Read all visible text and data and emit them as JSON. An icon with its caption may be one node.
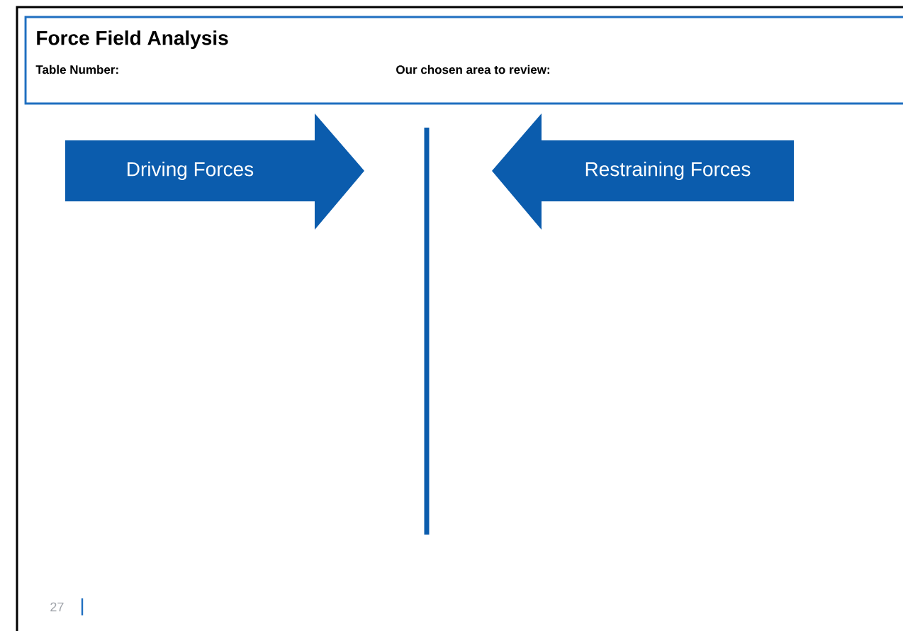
{
  "diagram": {
    "nodes": [
      {
        "text": [
          "Force Field Analysis",
          "Table Number:",
          "Our chosen area to review:"
        ]
      },
      {
        "text": [
          "Driving Forces"
        ]
      },
      {
        "text": [
          "Restraining Forces"
        ]
      }
    ],
    "labels": [
      "27"
    ]
  }
}
